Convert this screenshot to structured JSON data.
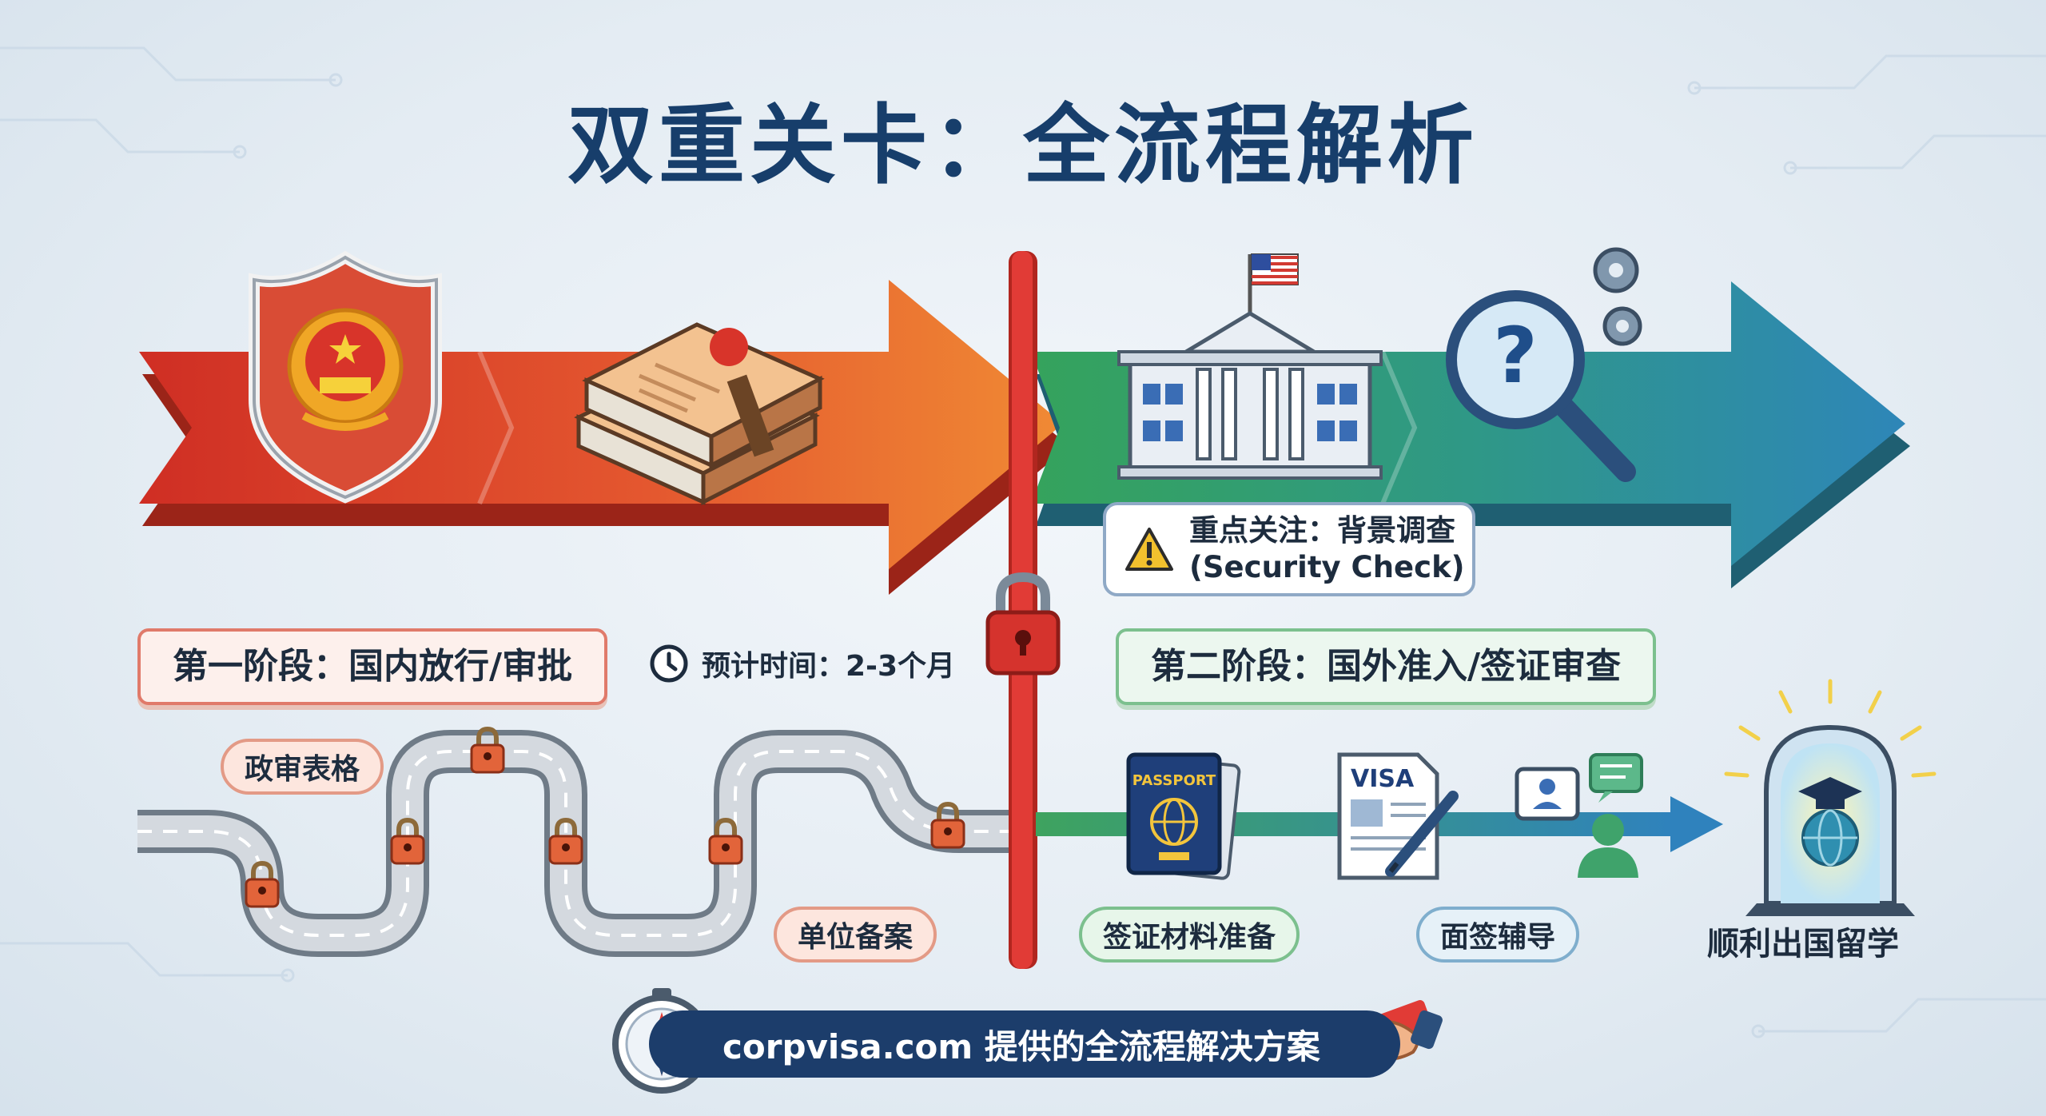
{
  "title": "双重关卡：全流程解析",
  "stage1": {
    "label": "第一阶段：国内放行/审批",
    "time_label": "预计时间：2-3个月",
    "steps": [
      "政审表格",
      "单位备案"
    ]
  },
  "stage2": {
    "label": "第二阶段：国外准入/签证审查",
    "callout_line1": "重点关注：背景调查",
    "callout_line2": "(Security Check)",
    "steps": [
      "签证材料准备",
      "面签辅导"
    ],
    "final": "顺利出国留学",
    "visa_word": "VISA",
    "passport_word": "PASSPORT"
  },
  "footer": {
    "text": "corpvisa.com 提供的全流程解决方案"
  },
  "colors": {
    "title": "#173e6b",
    "stage1_arrow": "#d9442f",
    "stage2_arrow": "#3f9a77",
    "divider": "#e13b36",
    "banner": "#1c3d6b"
  }
}
